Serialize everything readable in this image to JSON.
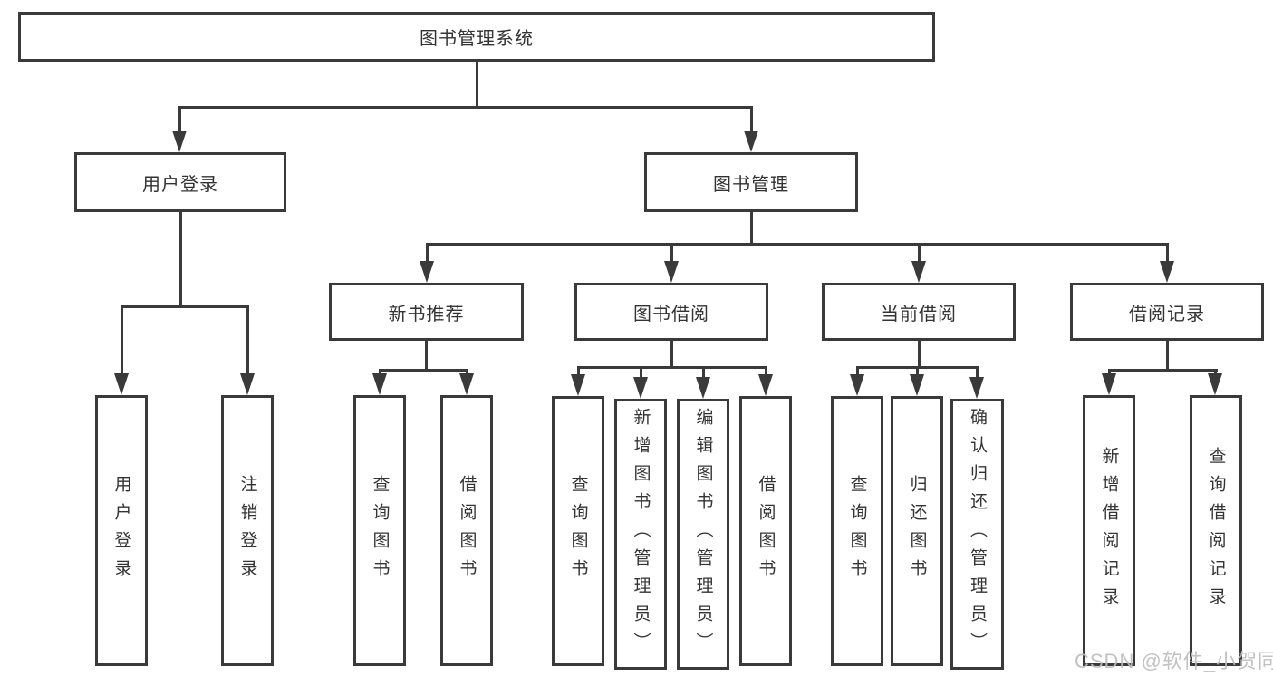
{
  "tree": {
    "root": {
      "label": "图书管理系统"
    },
    "branches": [
      {
        "label": "用户登录",
        "children": [
          {
            "label": "用户登录"
          },
          {
            "label": "注销登录"
          }
        ]
      },
      {
        "label": "图书管理",
        "groups": [
          {
            "label": "新书推荐",
            "children": [
              {
                "label": "查询图书"
              },
              {
                "label": "借阅图书"
              }
            ]
          },
          {
            "label": "图书借阅",
            "children": [
              {
                "label": "查询图书"
              },
              {
                "label": "新增图书（管理员）"
              },
              {
                "label": "编辑图书（管理员）"
              },
              {
                "label": "借阅图书"
              }
            ]
          },
          {
            "label": "当前借阅",
            "children": [
              {
                "label": "查询图书"
              },
              {
                "label": "归还图书"
              },
              {
                "label": "确认归还（管理员）"
              }
            ]
          },
          {
            "label": "借阅记录",
            "children": [
              {
                "label": "新增借阅记录"
              },
              {
                "label": "查询借阅记录"
              }
            ]
          }
        ]
      }
    ]
  },
  "watermark": {
    "text": "CSDN @软件_小贺同学"
  },
  "colors": {
    "line": "#3a3a3a",
    "box_border": "#3a3a3a",
    "text": "#333333",
    "watermark": "#bcbcbc",
    "background": "#ffffff"
  }
}
